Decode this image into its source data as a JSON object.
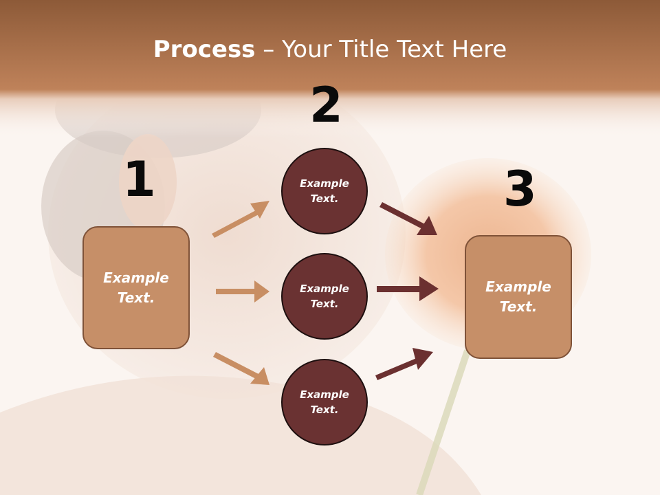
{
  "title": {
    "bold": "Process",
    "rest": " – Your Title Text Here"
  },
  "step_numbers": [
    "1",
    "2",
    "3"
  ],
  "left_box": {
    "text_line1": "Example",
    "text_line2": "Text."
  },
  "circles": [
    {
      "line1": "Example",
      "line2": "Text."
    },
    {
      "line1": "Example",
      "line2": "Text."
    },
    {
      "line1": "Example",
      "line2": "Text."
    }
  ],
  "right_box": {
    "text_line1": "Example",
    "text_line2": "Text."
  },
  "colors": {
    "header_band": "#a86a43",
    "box_fill": "#c68f68",
    "circle_fill": "#6a3232",
    "arrow_left": "#c88e63",
    "arrow_right": "#6b3030"
  }
}
